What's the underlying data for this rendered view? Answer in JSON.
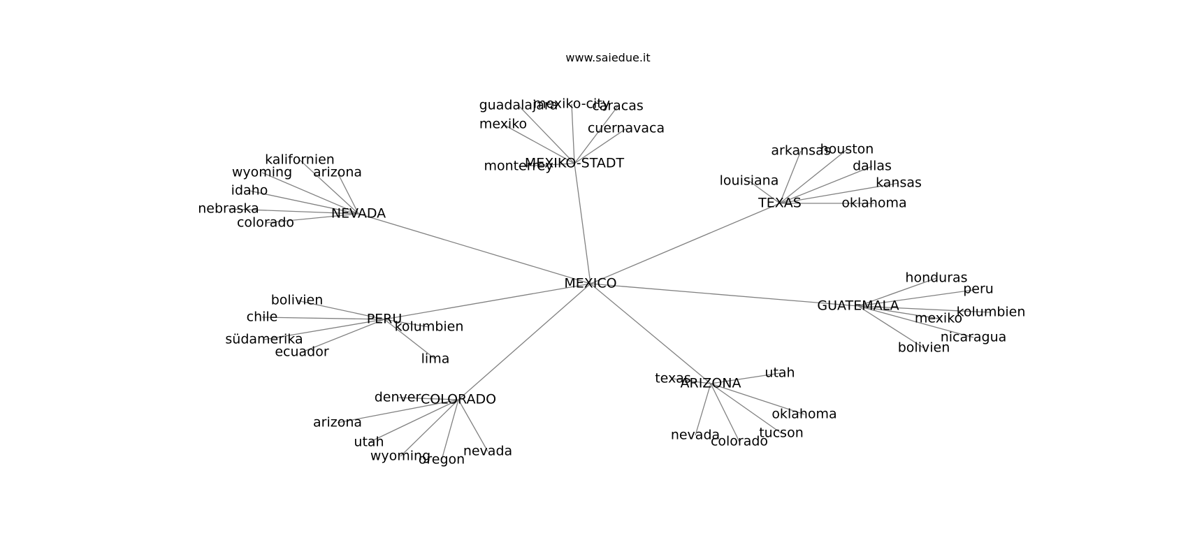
{
  "site_url": "www.saiedue.it",
  "colors": {
    "background": "#ffffff",
    "edge": "#808080",
    "text": "#000000"
  },
  "network": {
    "root": "MEXICO",
    "hubs": [
      {
        "label": "MEXIKO-STADT",
        "leaves": [
          "guadalajara",
          "mexiko-city",
          "caracas",
          "mexiko",
          "cuernavaca",
          "monterrey"
        ]
      },
      {
        "label": "TEXAS",
        "leaves": [
          "arkansas",
          "houston",
          "dallas",
          "louisiana",
          "kansas",
          "oklahoma"
        ]
      },
      {
        "label": "NEVADA",
        "leaves": [
          "kalifornien",
          "wyoming",
          "arizona",
          "idaho",
          "nebraska",
          "colorado"
        ]
      },
      {
        "label": "PERU",
        "leaves": [
          "bolivien",
          "chile",
          "kolumbien",
          "südamerika",
          "ecuador",
          "lima"
        ]
      },
      {
        "label": "GUATEMALA",
        "leaves": [
          "honduras",
          "peru",
          "kolumbien",
          "mexiko",
          "nicaragua",
          "bolivien"
        ]
      },
      {
        "label": "ARIZONA",
        "leaves": [
          "texas",
          "utah",
          "oklahoma",
          "tucson",
          "nevada",
          "colorado"
        ]
      },
      {
        "label": "COLORADO",
        "leaves": [
          "denver",
          "arizona",
          "utah",
          "wyoming",
          "oregon",
          "nevada"
        ]
      }
    ]
  }
}
